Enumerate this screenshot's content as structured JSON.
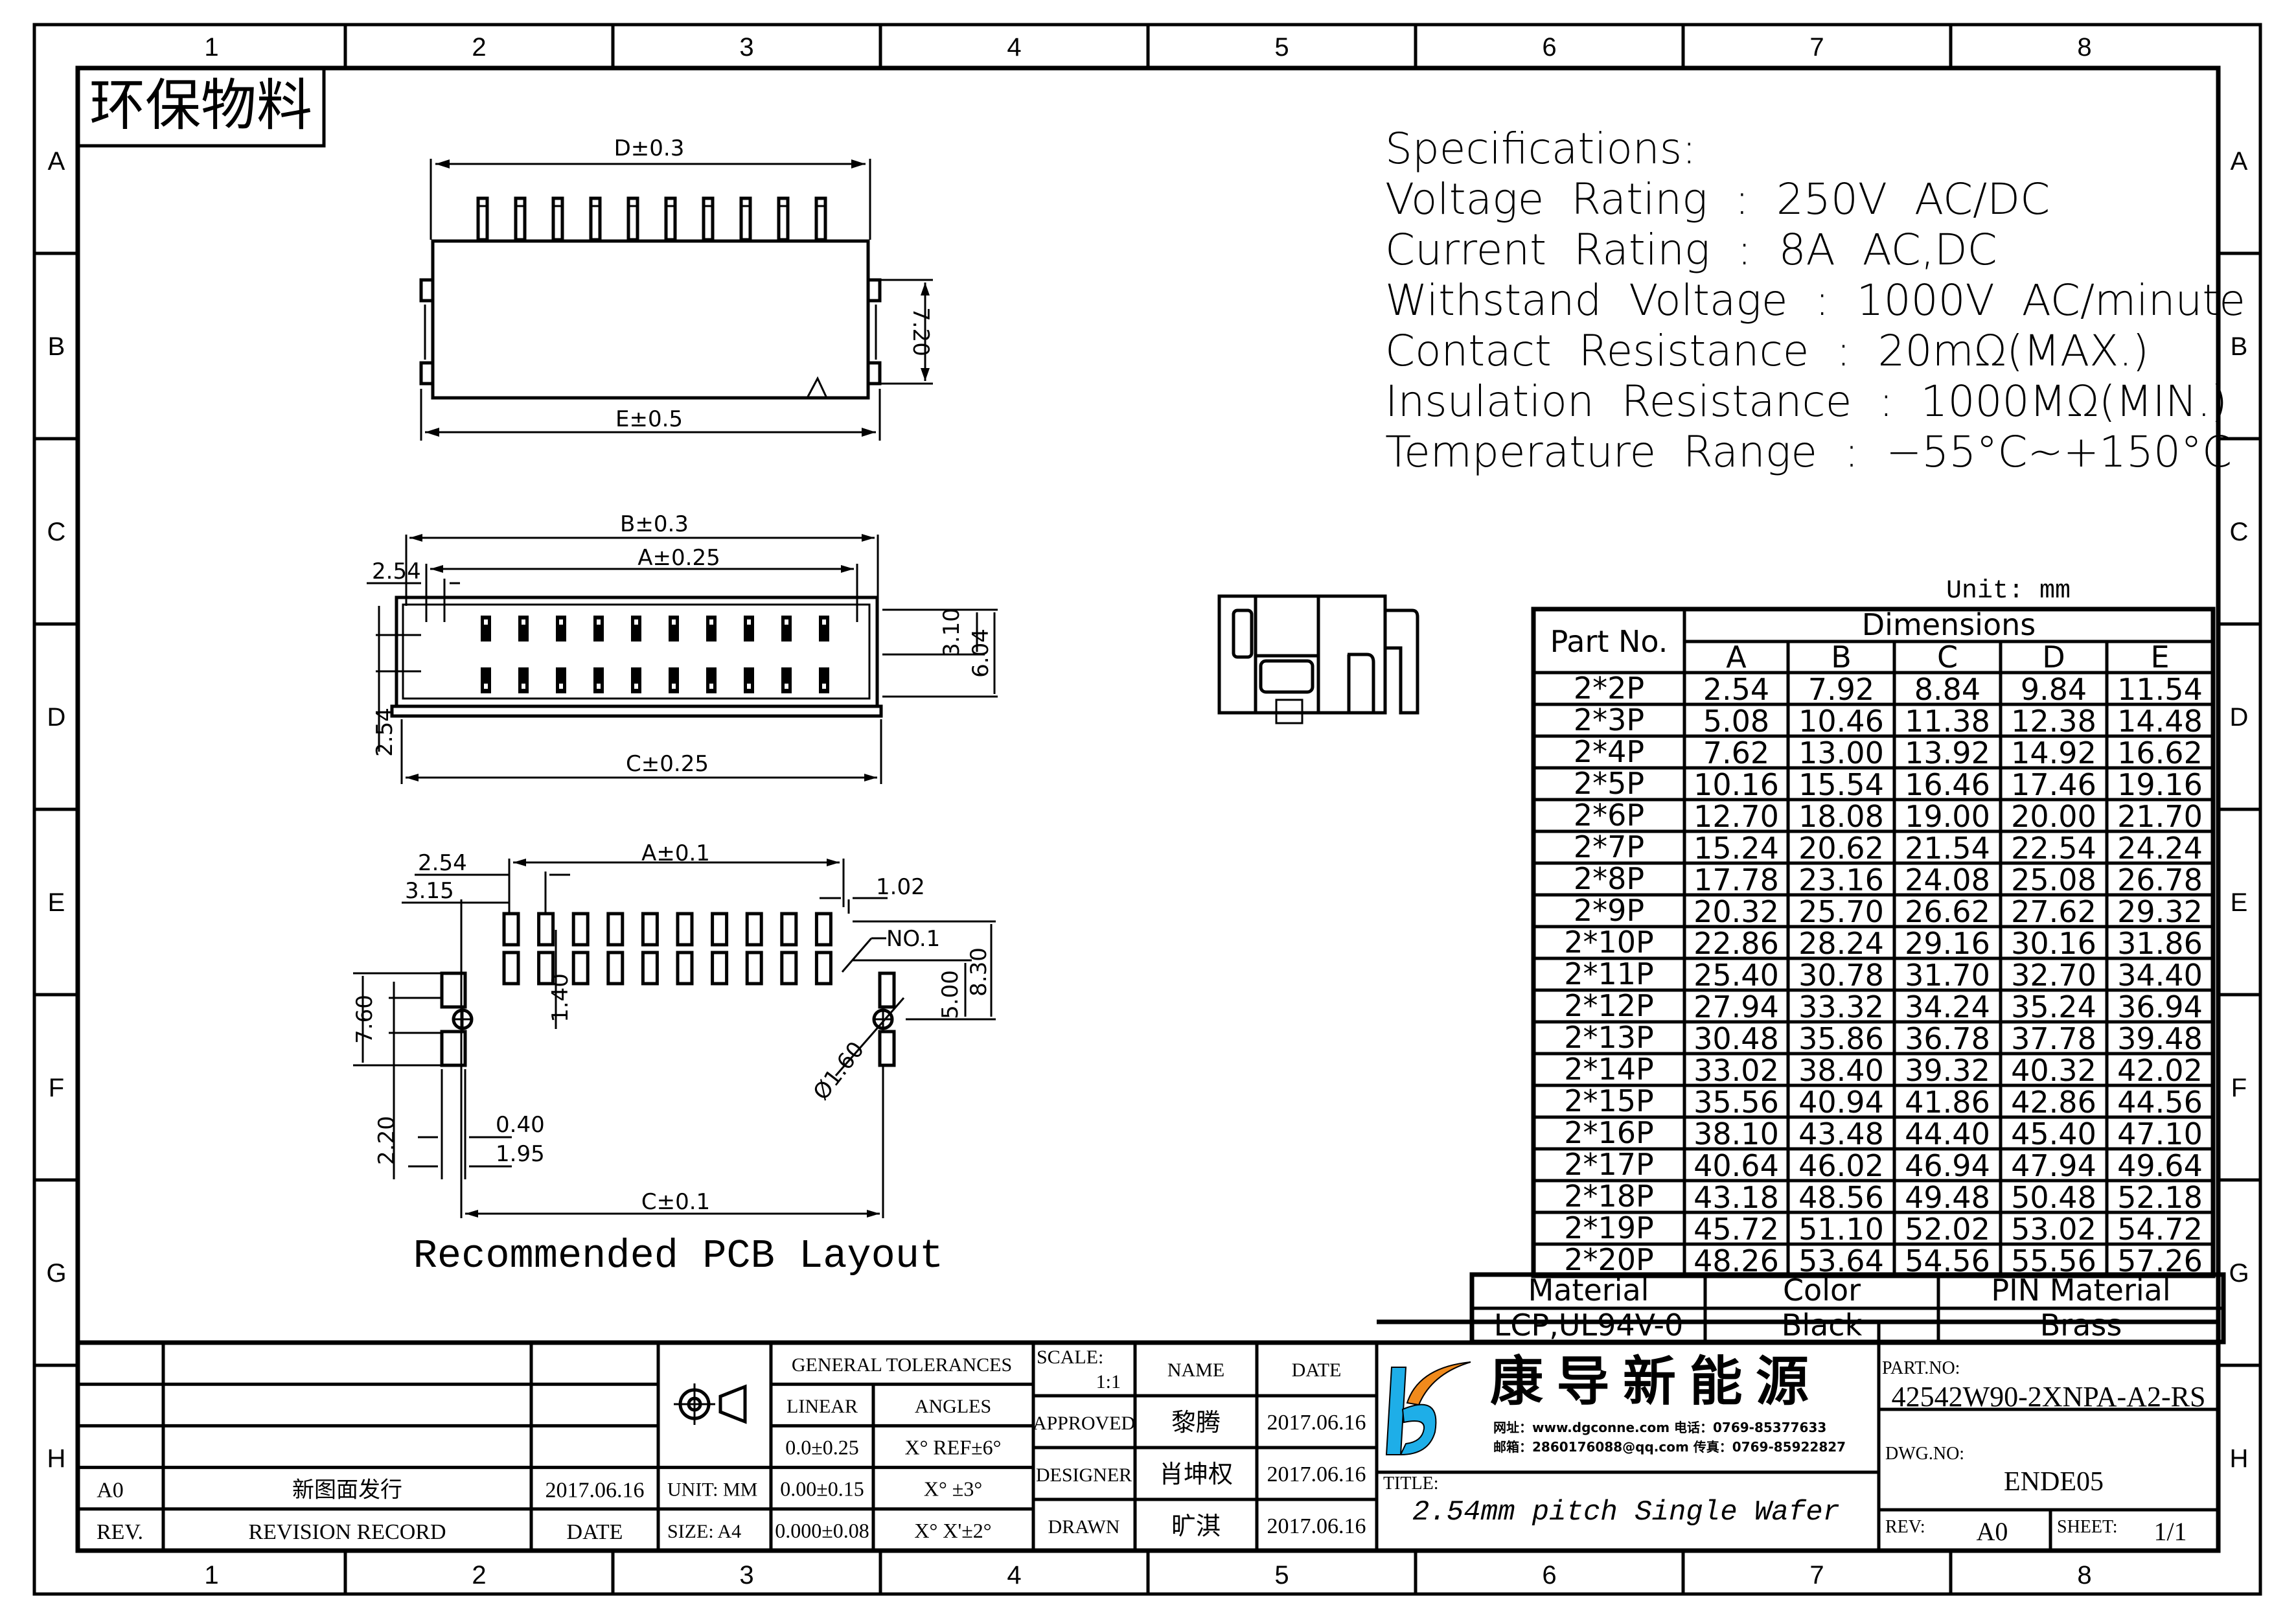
{
  "frame": {
    "columns": [
      "1",
      "2",
      "3",
      "4",
      "5",
      "6",
      "7",
      "8"
    ],
    "rows": [
      "A",
      "B",
      "C",
      "D",
      "E",
      "F",
      "G",
      "H"
    ]
  },
  "stamp": "环保物料",
  "specifications": {
    "heading": "Specifications:",
    "lines": [
      "Voltage  Rating  :  250V  AC/DC",
      "Current  Rating  :  8A  AC,DC",
      "Withstand  Voltage  :  1000V  AC/minute",
      "Contact  Resistance  :  20mΩ(MAX.)",
      "Insulation  Resistance  :  1000MΩ(MIN.)",
      "Temperature  Range  :  −55°C~+150°C"
    ]
  },
  "views": {
    "top_view": {
      "dim_top": "D±0.3",
      "dim_bottom": "E±0.5",
      "dim_right": "7.20",
      "pins": 10
    },
    "front_view": {
      "dim_b": "B±0.3",
      "dim_a": "A±0.25",
      "dim_pitch": "2.54",
      "dim_row_pitch": "2.54",
      "dim_c": "C±0.25",
      "dim_3_10": "3.10",
      "dim_6_04": "6.04",
      "pins_per_row": 10
    },
    "pcb_layout": {
      "title": "Recommended PCB Layout",
      "dim_a": "A±0.1",
      "dim_pitch": "2.54",
      "dim_3_15": "3.15",
      "dim_1_02": "1.02",
      "pin1_label": "NO.1",
      "dim_8_30": "8.30",
      "dim_5_00": "5.00",
      "dim_1_40": "1.40",
      "dim_7_60": "7.60",
      "dim_2_20": "2.20",
      "dim_0_40": "0.40",
      "dim_1_95": "1.95",
      "dim_hole": "Ø1.60",
      "dim_c": "C±0.1",
      "pads_per_row": 10
    }
  },
  "dimension_table": {
    "unit": "Unit: mm",
    "part_header": "Part No.",
    "group_header": "Dimensions",
    "columns": [
      "A",
      "B",
      "C",
      "D",
      "E"
    ],
    "rows": [
      {
        "part": "2*2P",
        "values": [
          "2.54",
          "7.92",
          "8.84",
          "9.84",
          "11.54"
        ]
      },
      {
        "part": "2*3P",
        "values": [
          "5.08",
          "10.46",
          "11.38",
          "12.38",
          "14.48"
        ]
      },
      {
        "part": "2*4P",
        "values": [
          "7.62",
          "13.00",
          "13.92",
          "14.92",
          "16.62"
        ]
      },
      {
        "part": "2*5P",
        "values": [
          "10.16",
          "15.54",
          "16.46",
          "17.46",
          "19.16"
        ]
      },
      {
        "part": "2*6P",
        "values": [
          "12.70",
          "18.08",
          "19.00",
          "20.00",
          "21.70"
        ]
      },
      {
        "part": "2*7P",
        "values": [
          "15.24",
          "20.62",
          "21.54",
          "22.54",
          "24.24"
        ]
      },
      {
        "part": "2*8P",
        "values": [
          "17.78",
          "23.16",
          "24.08",
          "25.08",
          "26.78"
        ]
      },
      {
        "part": "2*9P",
        "values": [
          "20.32",
          "25.70",
          "26.62",
          "27.62",
          "29.32"
        ]
      },
      {
        "part": "2*10P",
        "values": [
          "22.86",
          "28.24",
          "29.16",
          "30.16",
          "31.86"
        ]
      },
      {
        "part": "2*11P",
        "values": [
          "25.40",
          "30.78",
          "31.70",
          "32.70",
          "34.40"
        ]
      },
      {
        "part": "2*12P",
        "values": [
          "27.94",
          "33.32",
          "34.24",
          "35.24",
          "36.94"
        ]
      },
      {
        "part": "2*13P",
        "values": [
          "30.48",
          "35.86",
          "36.78",
          "37.78",
          "39.48"
        ]
      },
      {
        "part": "2*14P",
        "values": [
          "33.02",
          "38.40",
          "39.32",
          "40.32",
          "42.02"
        ]
      },
      {
        "part": "2*15P",
        "values": [
          "35.56",
          "40.94",
          "41.86",
          "42.86",
          "44.56"
        ]
      },
      {
        "part": "2*16P",
        "values": [
          "38.10",
          "43.48",
          "44.40",
          "45.40",
          "47.10"
        ]
      },
      {
        "part": "2*17P",
        "values": [
          "40.64",
          "46.02",
          "46.94",
          "47.94",
          "49.64"
        ]
      },
      {
        "part": "2*18P",
        "values": [
          "43.18",
          "48.56",
          "49.48",
          "50.48",
          "52.18"
        ]
      },
      {
        "part": "2*19P",
        "values": [
          "45.72",
          "51.10",
          "52.02",
          "53.02",
          "54.72"
        ]
      },
      {
        "part": "2*20P",
        "values": [
          "48.26",
          "53.64",
          "54.56",
          "55.56",
          "57.26"
        ]
      }
    ]
  },
  "materials": {
    "headers": [
      "Material",
      "Color",
      "PIN Material"
    ],
    "values": [
      "LCP,UL94V-0",
      "Black",
      "Brass"
    ]
  },
  "revision_block": {
    "rev": "A0",
    "record": "新图面发行",
    "date": "2017.06.16",
    "rev_label": "REV.",
    "record_label": "REVISION RECORD",
    "date_label": "DATE"
  },
  "tolerances": {
    "header": "GENERAL TOLERANCES",
    "linear_label": "LINEAR",
    "angles_label": "ANGLES",
    "linear": [
      "0.0±0.25",
      "0.00±0.15",
      "0.000±0.08"
    ],
    "angles": [
      "X° REF±6°",
      "X° ±3°",
      "X° X'±2°"
    ],
    "unit": "UNIT: MM",
    "size": "SIZE: A4"
  },
  "signoff": {
    "scale_label": "SCALE:",
    "scale": "1:1",
    "name_label": "NAME",
    "date_label": "DATE",
    "rows": [
      {
        "role": "APPROVED",
        "name": "黎腾",
        "date": "2017.06.16"
      },
      {
        "role": "DESIGNER",
        "name": "肖坤权",
        "date": "2017.06.16"
      },
      {
        "role": "DRAWN",
        "name": "旷淇",
        "date": "2017.06.16"
      }
    ]
  },
  "company": {
    "name": "康 导 新 能 源",
    "line1": "网址：www.dgconne.com   电话：0769-85377633",
    "line2": "邮箱：2860176088@qq.com 传真：0769-85922827",
    "logo_colors": {
      "blue": "#1eaee8",
      "orange": "#f08a1c"
    }
  },
  "title_block": {
    "title_label": "TITLE:",
    "title": "2.54mm pitch Single Wafer",
    "part_no_label": "PART.NO:",
    "part_no": "42542W90-2XNPA-A2-RS",
    "dwg_no_label": "DWG.NO:",
    "dwg_no": "ENDE05",
    "rev_label": "REV:",
    "rev": "A0",
    "sheet_label": "SHEET:",
    "sheet": "1/1"
  }
}
